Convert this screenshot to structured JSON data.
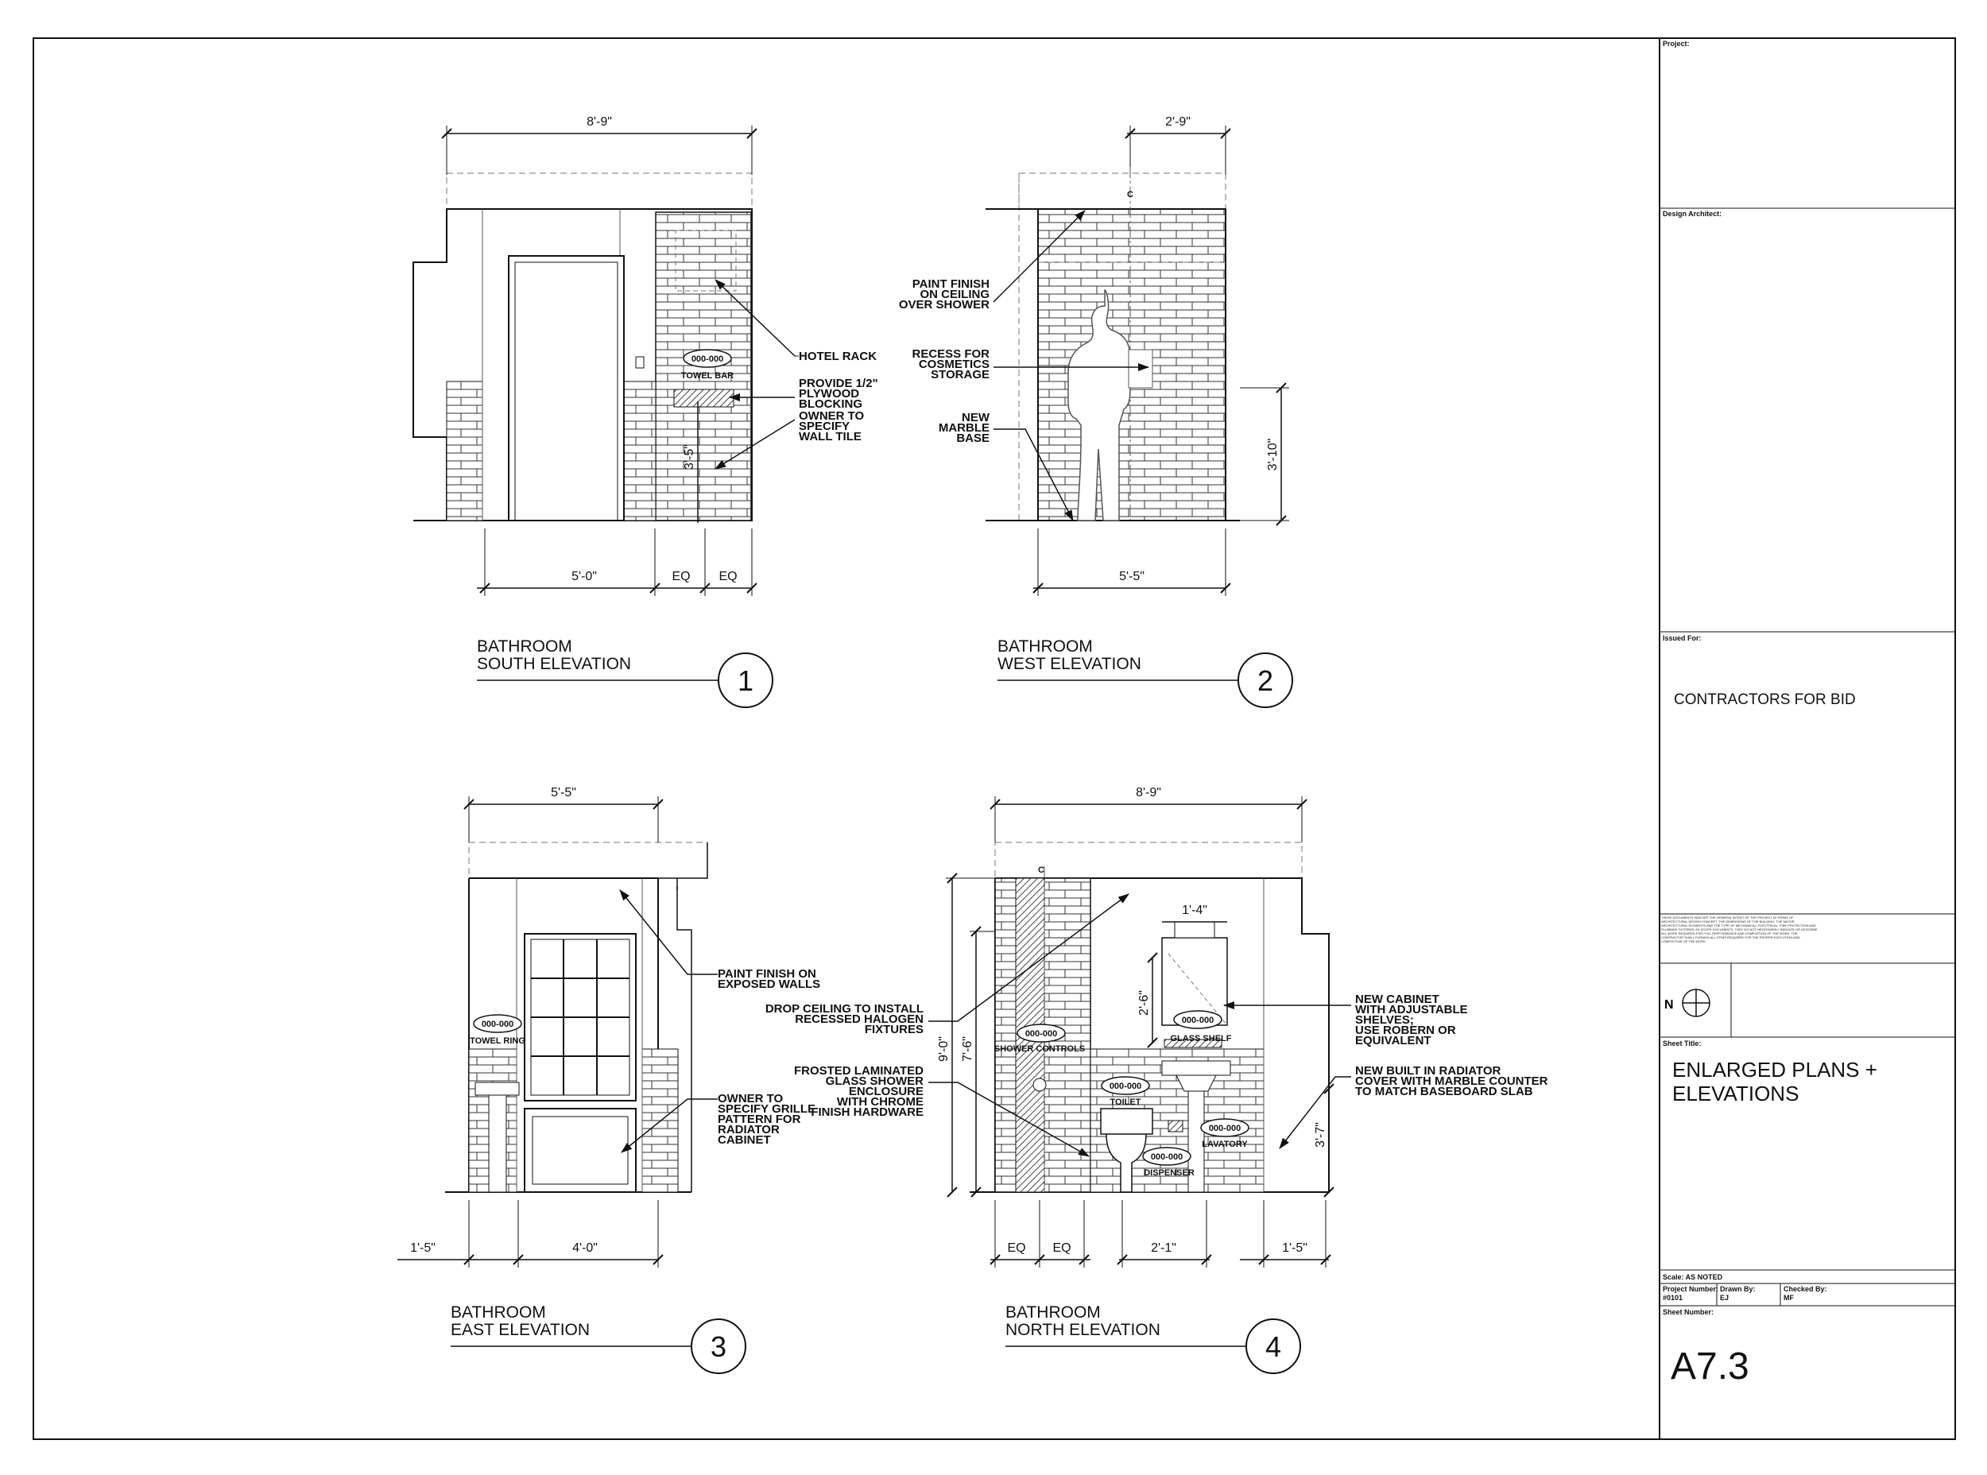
{
  "sheet": {
    "project_label": "Project:",
    "design_architect_label": "Design Architect:",
    "issued_for_label": "Issued For:",
    "issued_for": "CONTRACTORS FOR BID",
    "disclaimer": "THESE DOCUMENTS INDICATE THE GENERAL INTENT OF THE PROJECT IN TERMS OF ARCHITECTURAL DESIGN CONCEPT, THE DIMENSIONS OF THE BUILDING, THE MAJOR ARCHITECTURAL ELEMENTS AND THE TYPE OF MECHANICAL, ELECTRICAL, FIRE PROTECTION AND PLUMBING SYSTEMS. AS SCOPE DOCUMENTS, THEY DO NOT NECESSARILY INDICATE OR DESCRIBE ALL WORK REQUIRED FOR FULL PERFORMANCE AND COMPLETION OF THE WORK. THE CONTRACTOR SHALL FURNISH ALL ITEMS REQUIRED FOR THE PROPER EXECUTION AND COMPLETION OF THE WORK.",
    "north_label": "N",
    "sheet_title_label": "Sheet Title:",
    "sheet_title_line1": "ENLARGED PLANS +",
    "sheet_title_line2": "ELEVATIONS",
    "scale": "Scale: AS NOTED",
    "project_number_label": "Project Number:",
    "project_number": "#0101",
    "drawn_by_label": "Drawn By:",
    "drawn_by": "EJ",
    "checked_by_label": "Checked By:",
    "checked_by": "MF",
    "sheet_number_label": "Sheet Number:",
    "sheet_number": "A7.3"
  },
  "views": {
    "south": {
      "title1": "BATHROOM",
      "title2": "SOUTH ELEVATION",
      "number": "1",
      "dim_top": "8'-9\"",
      "dim_bottom": "5'-0\"",
      "dim_eq1": "EQ",
      "dim_eq2": "EQ",
      "dim_vert": "3'-5\"",
      "tag": "000-000",
      "tag_label": "TOWEL BAR",
      "note_hotel_rack": "HOTEL RACK",
      "note_plywood": [
        "PROVIDE 1/2\"",
        "PLYWOOD",
        "BLOCKING"
      ],
      "note_tile": [
        "OWNER TO",
        "SPECIFY",
        "WALL TILE"
      ]
    },
    "west": {
      "title1": "BATHROOM",
      "title2": "WEST ELEVATION",
      "number": "2",
      "dim_top": "2'-9\"",
      "dim_bottom": "5'-5\"",
      "dim_vert": "3'-10\"",
      "centerline": "C",
      "note_paint": [
        "PAINT FINISH",
        "ON CEILING",
        "OVER SHOWER"
      ],
      "note_recess": [
        "RECESS FOR",
        "COSMETICS",
        "STORAGE"
      ],
      "note_base": [
        "NEW",
        "MARBLE",
        "BASE"
      ]
    },
    "east": {
      "title1": "BATHROOM",
      "title2": "EAST ELEVATION",
      "number": "3",
      "dim_top": "5'-5\"",
      "dim_left": "1'-5\"",
      "dim_bottom": "4'-0\"",
      "tag": "000-000",
      "tag_label": "TOWEL RING",
      "note_paint": [
        "PAINT FINISH ON",
        "EXPOSED WALLS"
      ],
      "note_grille": [
        "OWNER TO",
        "SPECIFY GRILLE",
        "PATTERN FOR",
        "RADIATOR",
        "CABINET"
      ]
    },
    "north": {
      "title1": "BATHROOM",
      "title2": "NORTH ELEVATION",
      "number": "4",
      "dim_top": "8'-9\"",
      "dim_shelf": "1'-4\"",
      "dim_cab": "2'-6\"",
      "dim_h1": "9'-0\"",
      "dim_h2": "7'-6\"",
      "dim_right": "3'-7\"",
      "dim_eq1": "EQ",
      "dim_eq2": "EQ",
      "dim_b1": "2'-1\"",
      "dim_b2": "1'-5\"",
      "centerline": "C",
      "tag_shower": "000-000",
      "tag_shower_label": "SHOWER CONTROLS",
      "tag_toilet": "000-000",
      "tag_toilet_label": "TOILET",
      "tag_shelf": "000-000",
      "tag_shelf_label": "GLASS SHELF",
      "tag_lav": "000-000",
      "tag_lav_label": "LAVATORY",
      "tag_disp": "000-000",
      "tag_disp_label": "DISPENSER",
      "note_ceiling": [
        "DROP CEILING TO INSTALL",
        "RECESSED HALOGEN",
        "FIXTURES"
      ],
      "note_shower": [
        "FROSTED LAMINATED",
        "GLASS SHOWER",
        "ENCLOSURE",
        "WITH CHROME",
        "FINISH HARDWARE"
      ],
      "note_cabinet": [
        "NEW CABINET",
        "WITH ADJUSTABLE",
        "SHELVES;",
        "USE ROBERN OR",
        "EQUIVALENT"
      ],
      "note_radiator": [
        "NEW BUILT IN RADIATOR",
        "COVER WITH MARBLE COUNTER",
        "TO MATCH BASEBOARD SLAB"
      ]
    }
  }
}
